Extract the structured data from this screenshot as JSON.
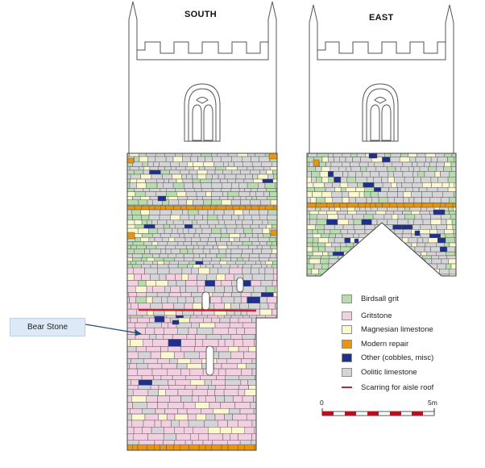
{
  "elevations": {
    "south": {
      "label": "SOUTH"
    },
    "east": {
      "label": "EAST"
    }
  },
  "callout": {
    "label": "Bear Stone"
  },
  "legend": {
    "items": [
      {
        "label": "Birdsall grit",
        "color": "#b7dcae"
      },
      {
        "label": "Gritstone",
        "color": "#f3cfe2"
      },
      {
        "label": "Magnesian limestone",
        "color": "#fbf7cf"
      },
      {
        "label": "Modern repair",
        "color": "#e8960f"
      },
      {
        "label": "Other (cobbles, misc)",
        "color": "#1d2f8f"
      },
      {
        "label": "Oolitic limestone",
        "color": "#d5d5d8"
      },
      {
        "label": "Scarring for aisle roof",
        "color": "#c2282b",
        "kind": "line"
      }
    ]
  },
  "scale": {
    "start_label": "0",
    "end_label": "5m"
  }
}
